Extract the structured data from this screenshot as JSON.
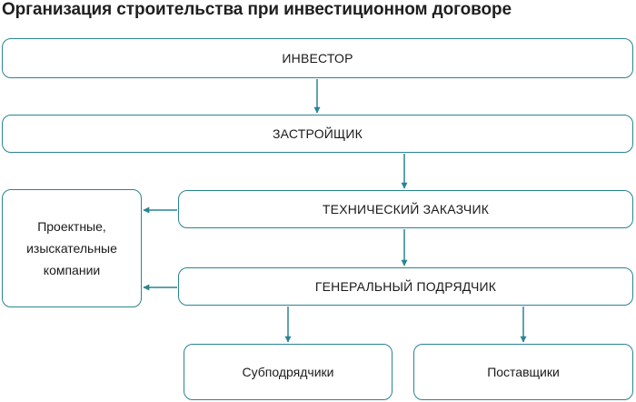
{
  "title": "Организация строительства при инвестиционном договоре",
  "nodes": {
    "investor": "ИНВЕСТОР",
    "developer": "ЗАСТРОЙЩИК",
    "technical_customer": "ТЕХНИЧЕСКИЙ ЗАКАЗЧИК",
    "general_contractor": "ГЕНЕРАЛЬНЫЙ ПОДРЯДЧИК",
    "design_companies": [
      "Проектные,",
      "изыскательные",
      "компании"
    ],
    "subcontractors": "Субподрядчики",
    "suppliers": "Поставщики"
  },
  "colors": {
    "accent": "#2a8494",
    "text": "#1a1a1a"
  }
}
